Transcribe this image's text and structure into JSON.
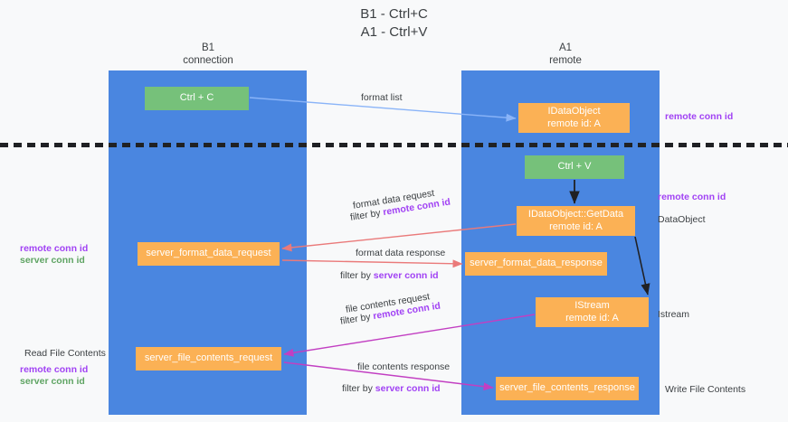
{
  "diagram": {
    "title_line1": "B1 - Ctrl+C",
    "title_line2": "A1 - Ctrl+V",
    "columns": [
      {
        "name": "B1",
        "role": "connection"
      },
      {
        "name": "A1",
        "role": "remote"
      }
    ],
    "colors": {
      "lane": "#4a86e0",
      "node_green": "#76c17a",
      "node_orange": "#fbb155",
      "accent_purple": "#a142f4",
      "accent_green": "#5fa463",
      "arrow_blue": "#8ab4f8",
      "arrow_red": "#ea7a7a",
      "arrow_magenta": "#c23fc2",
      "arrow_black": "#202124",
      "divider": "#202124",
      "background": "#f8f9fa"
    },
    "nodes": {
      "ctrl_c": "Ctrl + C",
      "idataobject_title": "IDataObject",
      "idataobject_sub": "remote id: A",
      "ctrl_v": "Ctrl + V",
      "getdata_title": "IDataObject::GetData",
      "getdata_sub": "remote id: A",
      "server_format_data_request": "server_format_data_request",
      "server_format_data_response": "server_format_data_response",
      "istream_title": "IStream",
      "istream_sub": "remote id: A",
      "server_file_contents_request": "server_file_contents_request",
      "server_file_contents_response": "server_file_contents_response"
    },
    "edge_labels": {
      "format_list": "format list",
      "format_data_request": "format data request",
      "filter_by_prefix": "filter by ",
      "remote_conn_id": "remote conn id",
      "server_conn_id": "server conn id",
      "format_data_response": "format data response",
      "file_contents_request": "file contents request",
      "file_contents_response": "file contents response"
    },
    "side_labels": {
      "remote_conn_id": "remote conn id",
      "server_conn_id": "server conn id",
      "data_object": "DataObject",
      "istream": "Istream",
      "write_file_contents": "Write File Contents",
      "read_file_contents": "Read File Contents"
    }
  }
}
